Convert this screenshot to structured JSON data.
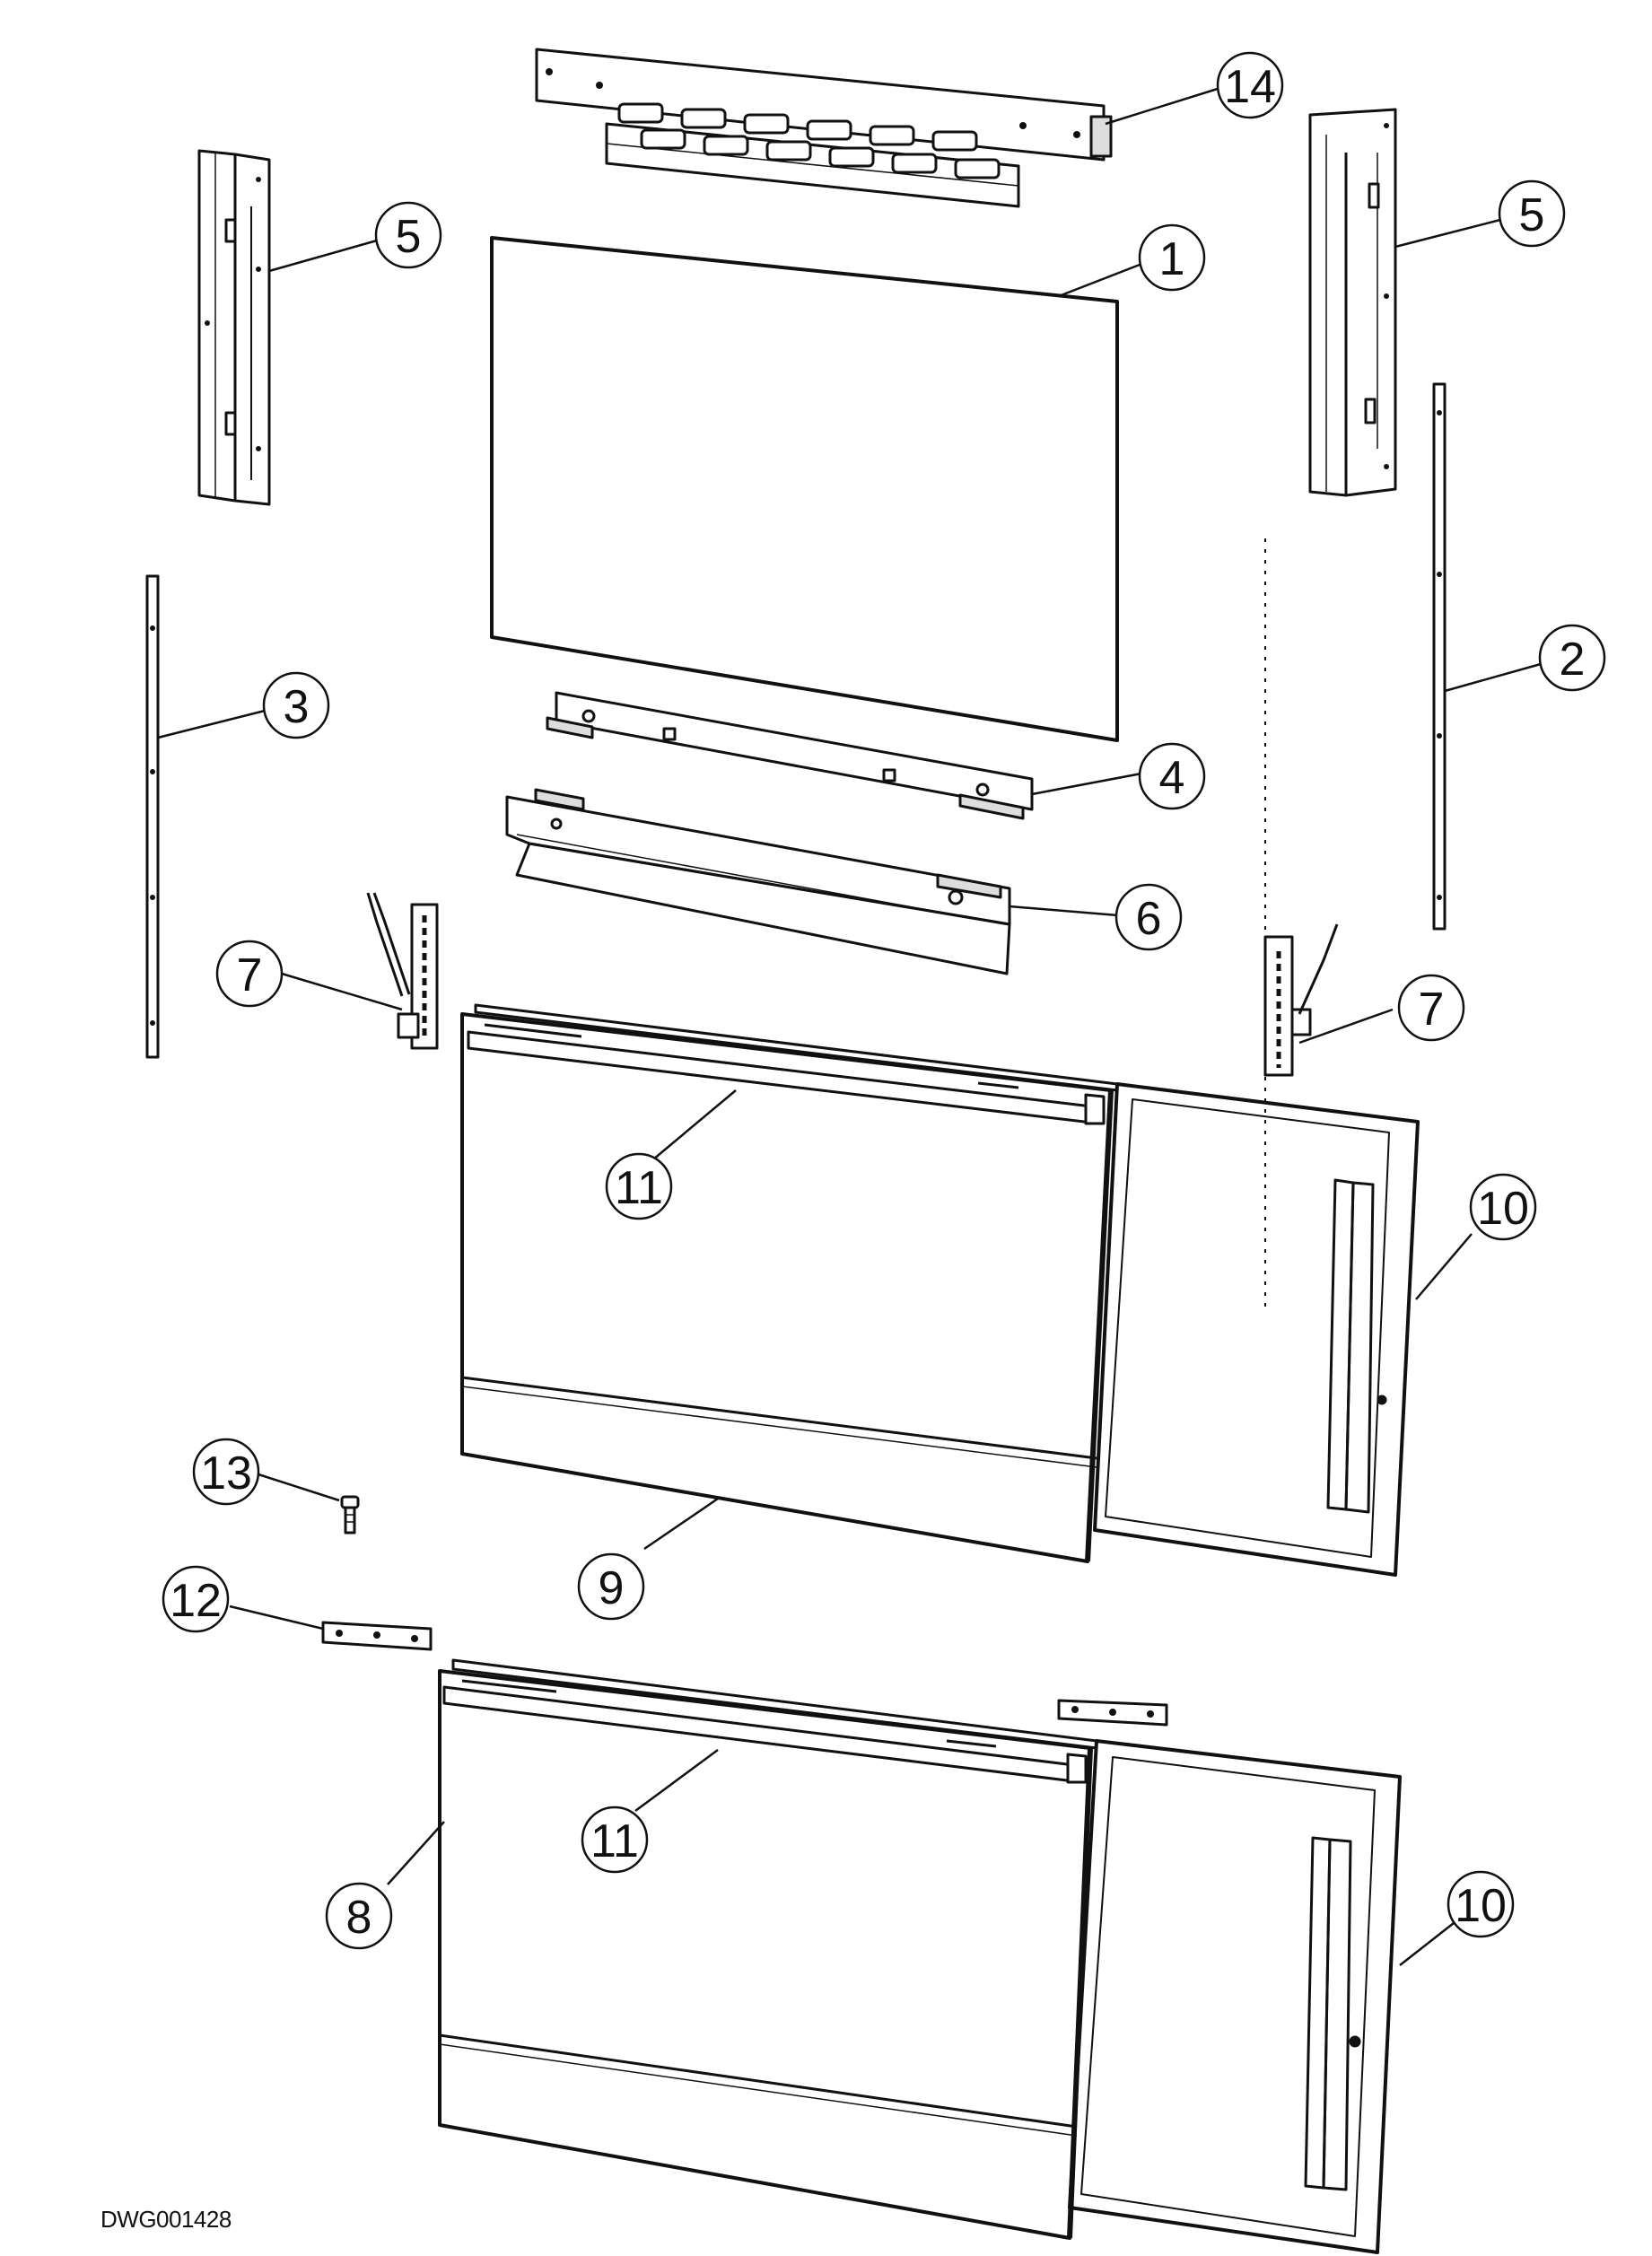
{
  "drawing_id": "DWG001428",
  "callouts": {
    "c14": "14",
    "c5_left": "5",
    "c5_right": "5",
    "c1": "1",
    "c2": "2",
    "c3": "3",
    "c4": "4",
    "c6": "6",
    "c7_left": "7",
    "c7_right": "7",
    "c11_upper": "11",
    "c10_upper": "10",
    "c13": "13",
    "c12": "12",
    "c9": "9",
    "c11_lower": "11",
    "c10_lower": "10",
    "c8": "8"
  },
  "colors": {
    "line": "#111111",
    "paper": "#ffffff",
    "frame_fill": "#e6e6e6"
  }
}
